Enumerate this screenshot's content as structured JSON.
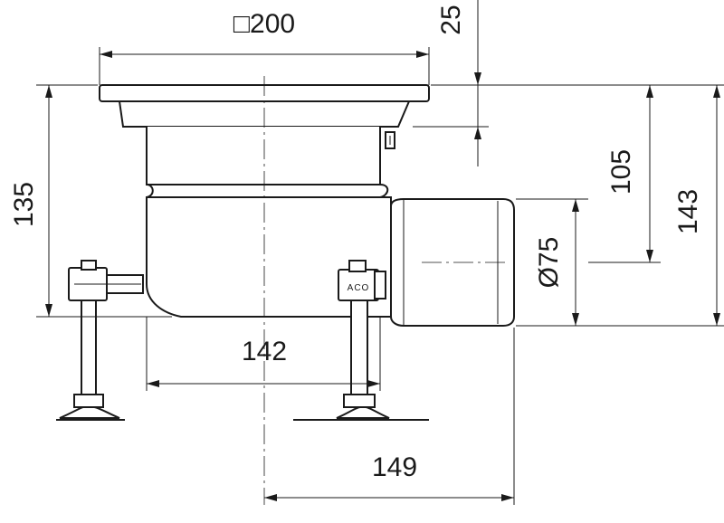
{
  "dimensions": {
    "width_top": "□200",
    "flange_height": "25",
    "total_height": "135",
    "inner_height": "105",
    "outer_height": "143",
    "outlet_diameter": "Ø75",
    "leg_spacing": "142",
    "outlet_offset": "149"
  },
  "logo": {
    "text": "ACO"
  }
}
